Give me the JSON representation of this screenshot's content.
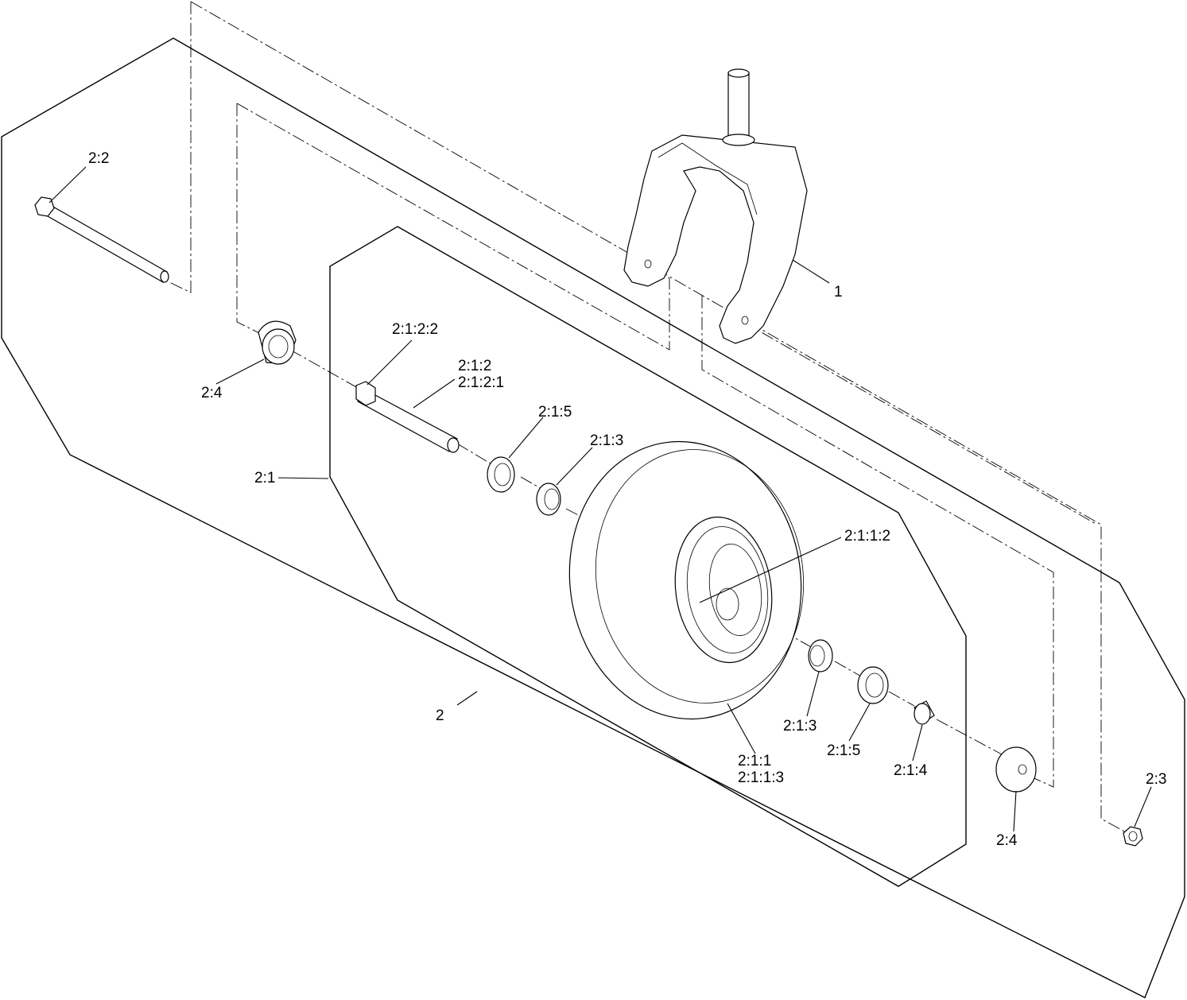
{
  "callouts": {
    "c_1": "1",
    "c_2": "2",
    "c_2_1": "2:1",
    "c_2_2": "2:2",
    "c_2_3": "2:3",
    "c_2_4_left": "2:4",
    "c_2_4_right": "2:4",
    "c_2_1_2_2": "2:1:2:2",
    "c_2_1_2": "2:1:2",
    "c_2_1_2_1": "2:1:2:1",
    "c_2_1_5_top": "2:1:5",
    "c_2_1_3_top": "2:1:3",
    "c_2_1_1_2": "2:1:1:2",
    "c_2_1_3_bottom": "2:1:3",
    "c_2_1_5_bottom": "2:1:5",
    "c_2_1_4": "2:1:4",
    "c_2_1_1": "2:1:1",
    "c_2_1_1_3": "2:1:1:3"
  },
  "parts": {
    "fork": "caster-fork",
    "axle_bolt": "axle-bolt",
    "spacer": "spacer",
    "wheel": "caster-wheel",
    "bearing_cone": "bearing-cone",
    "bearing_cup": "bearing-cup",
    "nut": "lock-nut"
  }
}
